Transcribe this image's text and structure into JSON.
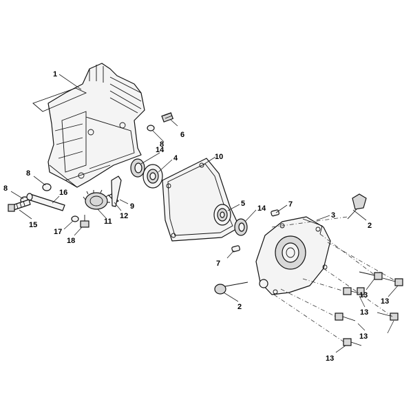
{
  "diagram": {
    "callouts": [
      {
        "id": "c1",
        "label": "1"
      },
      {
        "id": "c2a",
        "label": "2"
      },
      {
        "id": "c2b",
        "label": "2"
      },
      {
        "id": "c3",
        "label": "3"
      },
      {
        "id": "c4",
        "label": "4"
      },
      {
        "id": "c5",
        "label": "5"
      },
      {
        "id": "c6",
        "label": "6"
      },
      {
        "id": "c7a",
        "label": "7"
      },
      {
        "id": "c7b",
        "label": "7"
      },
      {
        "id": "c8a",
        "label": "8"
      },
      {
        "id": "c8b",
        "label": "8"
      },
      {
        "id": "c8c",
        "label": "8"
      },
      {
        "id": "c9",
        "label": "9"
      },
      {
        "id": "c10",
        "label": "10"
      },
      {
        "id": "c11",
        "label": "11"
      },
      {
        "id": "c12",
        "label": "12"
      },
      {
        "id": "c13a",
        "label": "13"
      },
      {
        "id": "c13b",
        "label": "13"
      },
      {
        "id": "c13c",
        "label": "13"
      },
      {
        "id": "c13d",
        "label": "13"
      },
      {
        "id": "c13e",
        "label": "13"
      },
      {
        "id": "c14a",
        "label": "14"
      },
      {
        "id": "c14b",
        "label": "14"
      },
      {
        "id": "c15",
        "label": "15"
      },
      {
        "id": "c16",
        "label": "16"
      },
      {
        "id": "c17",
        "label": "17"
      },
      {
        "id": "c18",
        "label": "18"
      }
    ]
  }
}
